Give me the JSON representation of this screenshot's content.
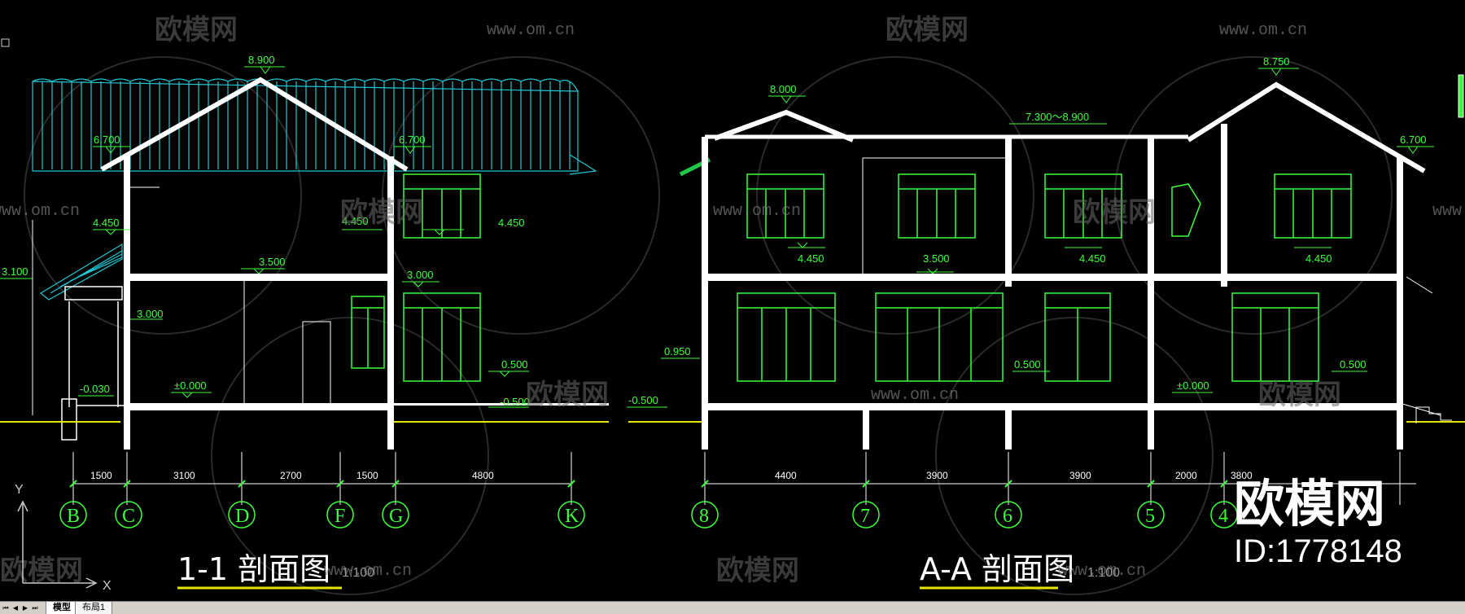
{
  "section_1": {
    "title": "1-1 剖面图",
    "scale_label": "1:100",
    "levels": [
      "8.900",
      "6.700",
      "6.700",
      "4.450",
      "4.450",
      "4.450",
      "3.500",
      "3.100",
      "3.000",
      "3.000",
      "±0.000",
      "-0.030",
      "0.500",
      "-0.500"
    ],
    "dimensions": [
      "1500",
      "3100",
      "2700",
      "1500",
      "4800"
    ],
    "axes": [
      "B",
      "C",
      "D",
      "F",
      "G",
      "K"
    ]
  },
  "section_a": {
    "title": "A-A 剖面图",
    "scale_label": "1:100",
    "levels": [
      "8.000",
      "8.750",
      "7.300～8.900",
      "6.700",
      "4.450",
      "4.450",
      "4.450",
      "3.500",
      "0.950",
      "0.500",
      "0.500",
      "±0.000",
      "-0.500"
    ],
    "dimensions": [
      "4400",
      "3900",
      "3900",
      "2000",
      "3800"
    ],
    "axes": [
      "8",
      "7",
      "6",
      "5",
      "4"
    ]
  },
  "watermark": {
    "brand": "欧模网",
    "url": "www.om.cn",
    "id_label": "ID:1778148"
  },
  "ucs": {
    "y": "Y",
    "x": "X"
  },
  "layout_tabs": {
    "model": "模型",
    "layout1": "布局1"
  },
  "colors": {
    "background": "#000000",
    "wall": "#ffffff",
    "annotation": "#3cff3c",
    "roof": "#22c7d6",
    "ground": "#e6e600"
  }
}
